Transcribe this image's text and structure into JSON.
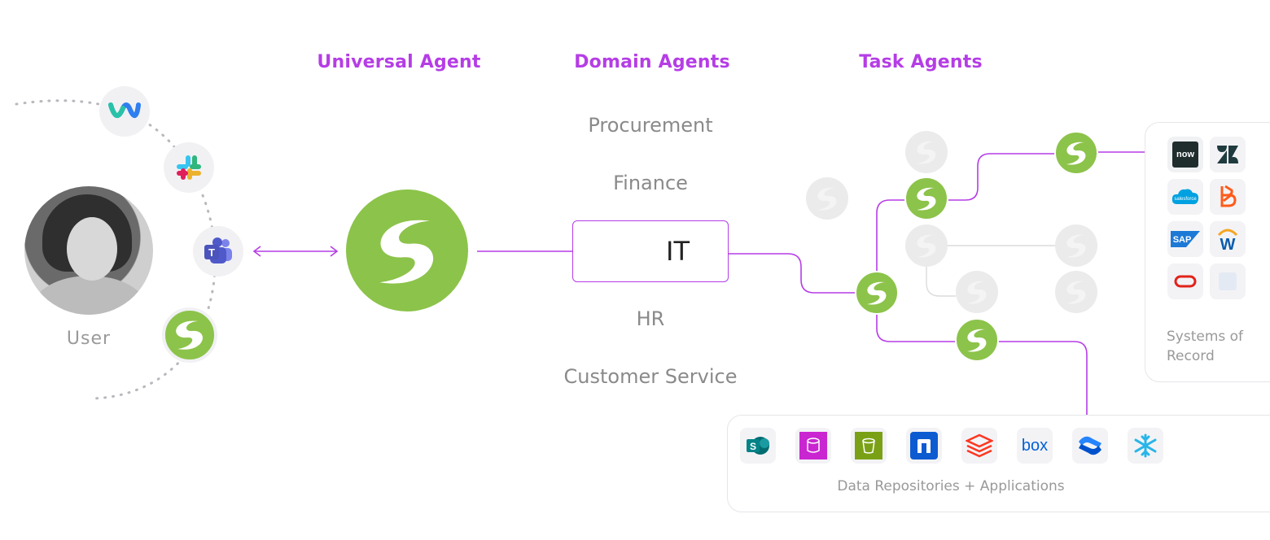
{
  "headers": {
    "universal": "Universal Agent",
    "domain": "Domain Agents",
    "task": "Task Agents"
  },
  "domains": [
    "Procurement",
    "Finance",
    "IT",
    "HR",
    "Customer Service"
  ],
  "user_label": "User",
  "systems_of_record_label": "Systems of Record",
  "data_repos_label": "Data Repositories + Applications",
  "system_logos": [
    "now",
    "zendesk",
    "salesforce",
    "brand-b",
    "SAP",
    "workday",
    "oracle",
    "blank"
  ],
  "repo_logos": [
    "sharepoint",
    "aws-rds",
    "aws-s3",
    "nutanix",
    "databricks",
    "box",
    "confluence",
    "snowflake"
  ],
  "chat_apps": [
    "webex-icon",
    "slack-icon",
    "teams-icon",
    "agent-icon"
  ],
  "colors": {
    "accent_purple": "#b53de6",
    "agent_green": "#8cc34a",
    "muted_text": "#8a8a8a",
    "inactive_grey": "#e5e5e5"
  }
}
